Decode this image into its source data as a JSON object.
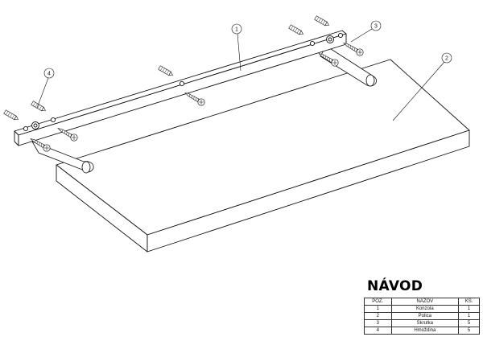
{
  "callouts": [
    "1",
    "2",
    "3",
    "4"
  ],
  "legend": {
    "title": "NÁVOD",
    "headers": [
      "POZ.",
      "NÁZOV",
      "KS."
    ],
    "rows": [
      {
        "poz": "1",
        "nazov": "Konzola",
        "ks": "1"
      },
      {
        "poz": "2",
        "nazov": "Polica",
        "ks": "1"
      },
      {
        "poz": "3",
        "nazov": "Skrutka",
        "ks": "5"
      },
      {
        "poz": "4",
        "nazov": "Hmoždina",
        "ks": "5"
      }
    ]
  },
  "colors": {
    "line": "#111111",
    "background": "#ffffff"
  }
}
